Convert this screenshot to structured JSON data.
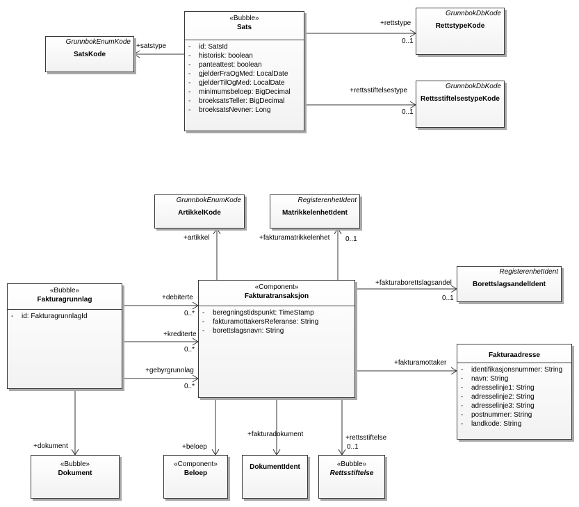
{
  "classes": {
    "sats": {
      "stereotype": "«Bubble»",
      "name": "Sats",
      "attributes": [
        "id: SatsId",
        "historisk: boolean",
        "panteattest: boolean",
        "gjelderFraOgMed: LocalDate",
        "gjelderTilOgMed: LocalDate",
        "minimumsbeloep: BigDecimal",
        "broeksatsTeller: BigDecimal",
        "broeksatsNevner: Long"
      ]
    },
    "satskode": {
      "tag": "GrunnbokEnumKode",
      "name": "SatsKode"
    },
    "rettstypekode": {
      "tag": "GrunnbokDbKode",
      "name": "RettstypeKode"
    },
    "rettsstiftelsestypekode": {
      "tag": "GrunnbokDbKode",
      "name": "RettsstiftelsestypeKode"
    },
    "artikkelkode": {
      "tag": "GrunnbokEnumKode",
      "name": "ArtikkelKode"
    },
    "matrikkelenhetident": {
      "tag": "RegisterenhetIdent",
      "name": "MatrikkelenhetIdent"
    },
    "fakturagrunnlag": {
      "stereotype": "«Bubble»",
      "name": "Fakturagrunnlag",
      "attributes": [
        "id: FakturagrunnlagId"
      ]
    },
    "fakturatransaksjon": {
      "stereotype": "«Component»",
      "name": "Fakturatransaksjon",
      "attributes": [
        "beregningstidspunkt: TimeStamp",
        "fakturamottakersReferanse: String",
        "borettslagsnavn: String"
      ]
    },
    "borettslagsandelident": {
      "tag": "RegisterenhetIdent",
      "name": "BorettslagsandelIdent"
    },
    "fakturaadresse": {
      "name": "Fakturaadresse",
      "attributes": [
        "identifikasjonsnummer: String",
        "navn: String",
        "adresselinje1: String",
        "adresselinje2: String",
        "adresselinje3: String",
        "postnummer: String",
        "landkode: String"
      ]
    },
    "dokument": {
      "stereotype": "«Bubble»",
      "name": "Dokument"
    },
    "beloep": {
      "stereotype": "«Component»",
      "name": "Beloep"
    },
    "dokumentident": {
      "name": "DokumentIdent"
    },
    "rettsstiftelse": {
      "stereotype": "«Bubble»",
      "name": "Rettsstiftelse"
    }
  },
  "visibility": "-",
  "labels": {
    "satstype": "+satstype",
    "rettstype": "+rettstype",
    "rettstype_mult": "0..1",
    "rettsstiftelsestype": "+rettsstiftelsestype",
    "rettsstiftelsestype_mult": "0..1",
    "artikkel": "+artikkel",
    "fakturamatrikkelenhet": "+fakturamatrikkelenhet",
    "fakturamatrikkelenhet_mult": "0..1",
    "fakturaborettslagsandel": "+fakturaborettslagsandel",
    "fakturaborettslagsandel_mult": "0..1",
    "debiterte": "+debiterte",
    "debiterte_mult": "0..*",
    "krediterte": "+krediterte",
    "krediterte_mult": "0..*",
    "gebyrgrunnlag": "+gebyrgrunnlag",
    "gebyrgrunnlag_mult": "0..*",
    "fakturamottaker": "+fakturamottaker",
    "dokument": "+dokument",
    "beloep": "+beloep",
    "fakturadokument": "+fakturadokument",
    "rettsstiftelse": "+rettsstiftelse",
    "rettsstiftelse_mult": "0..1"
  }
}
